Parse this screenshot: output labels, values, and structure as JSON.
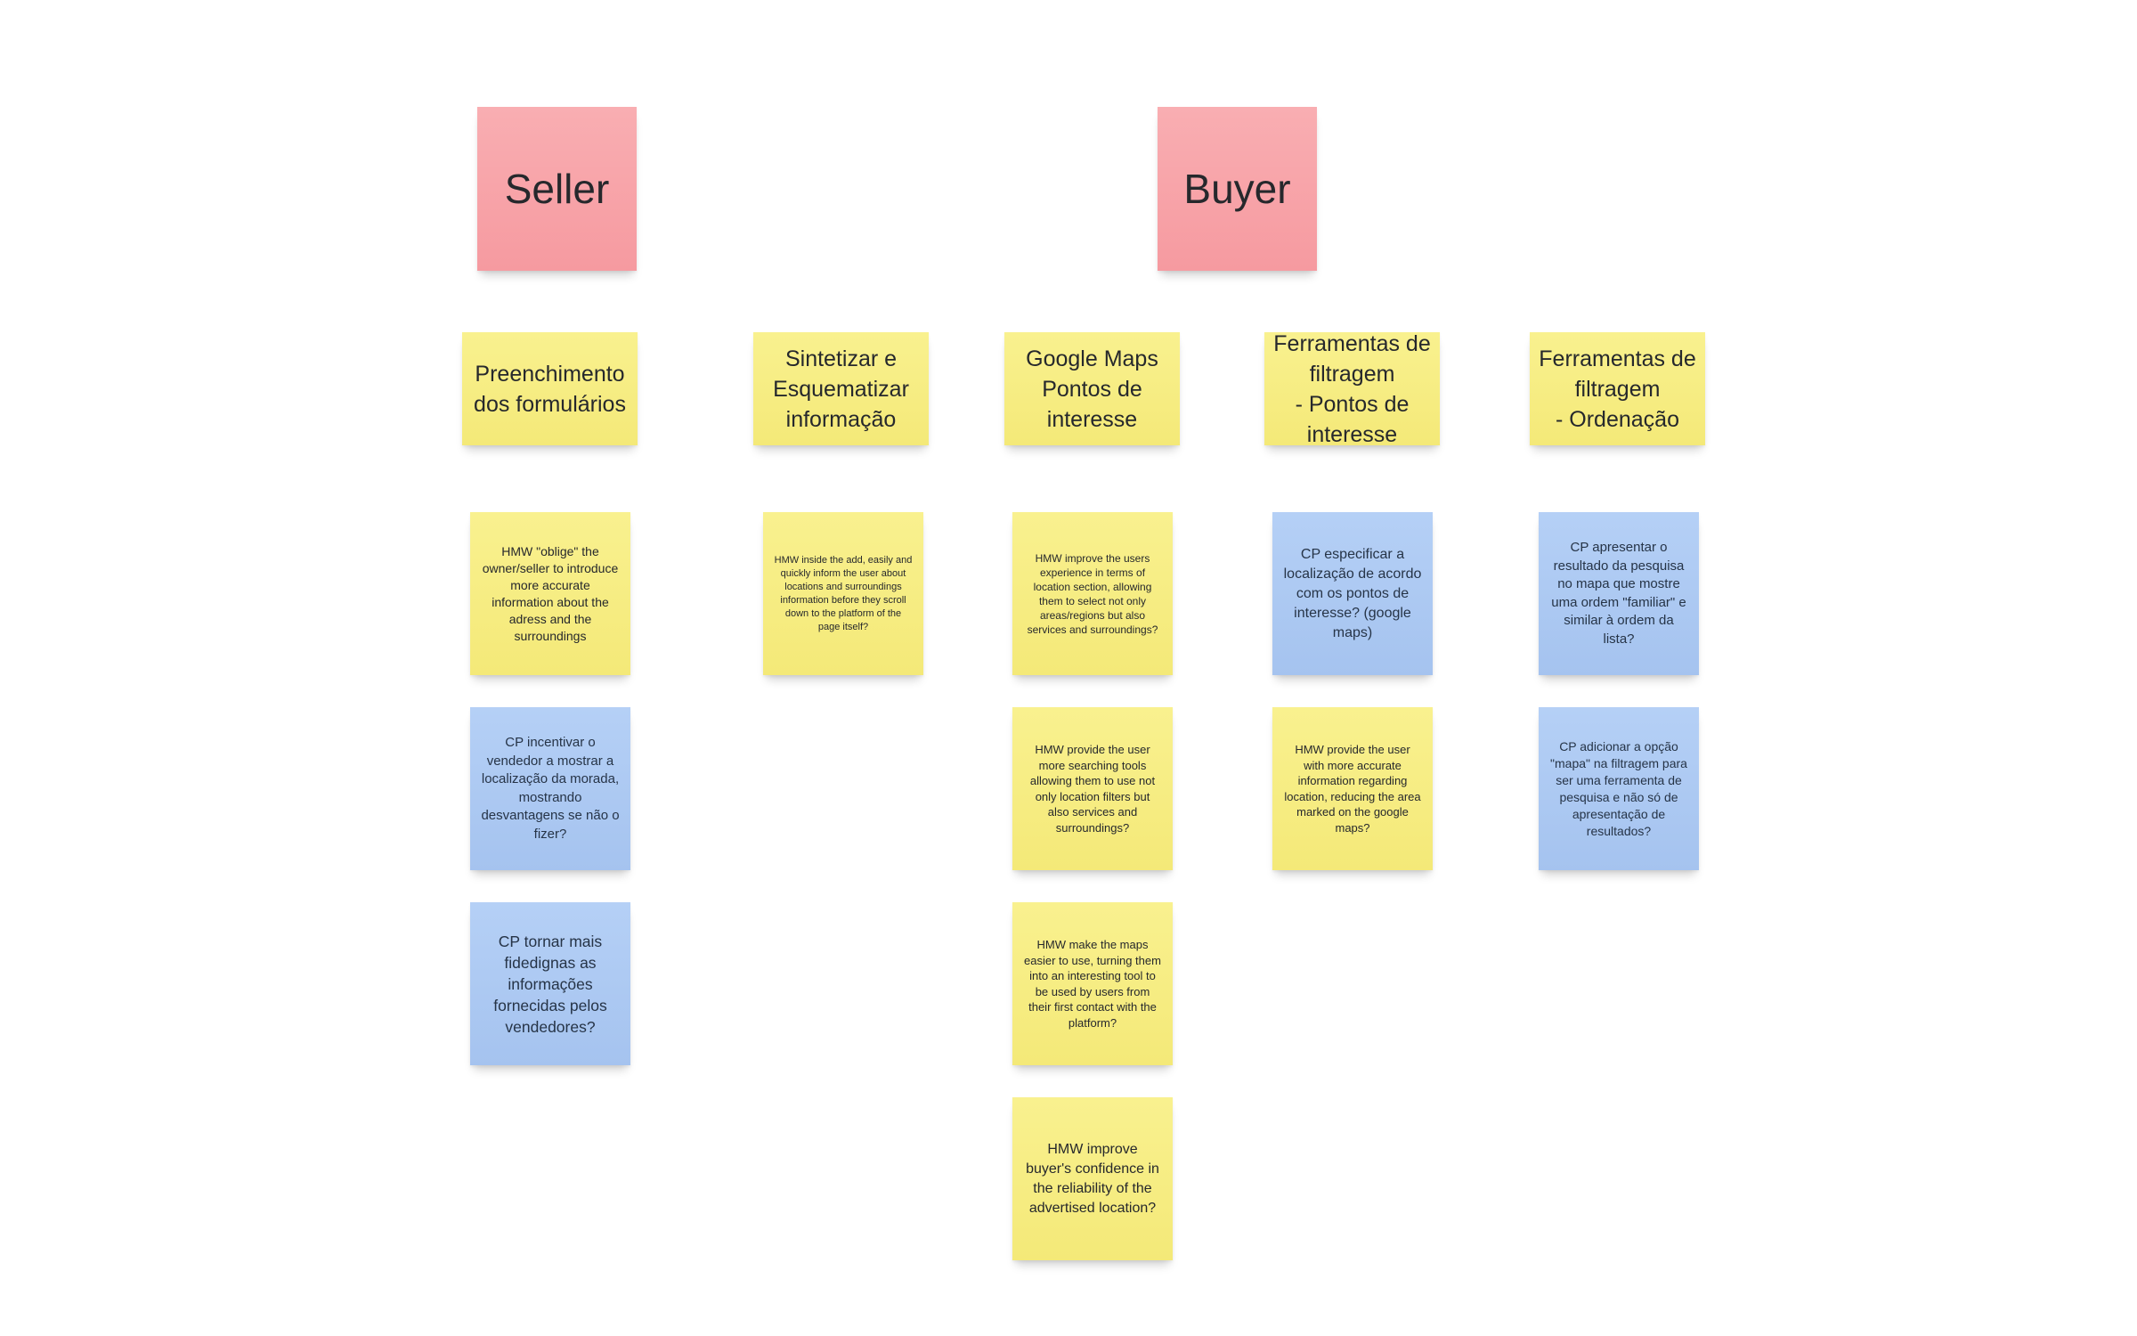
{
  "board": {
    "background": "#ffffff",
    "palette": {
      "pink": "#f7a3a8",
      "yellow": "#f7ee85",
      "blue": "#adcaf3"
    },
    "groups": [
      {
        "label": "Seller",
        "color": "pink"
      },
      {
        "label": "Buyer",
        "color": "pink"
      }
    ],
    "columns": [
      {
        "header": {
          "text": "Preenchimento dos formulários",
          "color": "yellow"
        },
        "notes": [
          {
            "color": "yellow",
            "text": "HMW \"oblige\" the owner/seller to introduce more accurate information about the adress and the surroundings"
          },
          {
            "color": "blue",
            "text": "CP incentivar o vendedor a mostrar a localização da morada, mostrando desvantagens se não o fizer?"
          },
          {
            "color": "blue",
            "text": "CP tornar mais fidedignas as informações fornecidas pelos vendedores?"
          }
        ]
      },
      {
        "header": {
          "text": "Sintetizar e Esquematizar informação",
          "color": "yellow"
        },
        "notes": [
          {
            "color": "yellow",
            "text": "HMW inside the add, easily and quickly inform the user about locations and surroundings information before they scroll down to the platform of the page itself?"
          }
        ]
      },
      {
        "header": {
          "text": "Google Maps Pontos de interesse",
          "color": "yellow"
        },
        "notes": [
          {
            "color": "yellow",
            "text": "HMW  improve the users experience in terms of location section, allowing them to select not only areas/regions but also services and surroundings?"
          },
          {
            "color": "yellow",
            "text": "HMW provide the user more searching tools allowing them to use not only location filters but also services and surroundings?"
          },
          {
            "color": "yellow",
            "text": "HMW make the maps easier to use, turning them into an interesting tool to be used by users from their first contact with the platform?"
          },
          {
            "color": "yellow",
            "text": "HMW improve buyer's confidence in the reliability of the advertised location?"
          }
        ]
      },
      {
        "header": {
          "text": "Ferramentas de filtragem\n- Pontos de interesse",
          "color": "yellow"
        },
        "notes": [
          {
            "color": "blue",
            "text": "CP especificar a localização de acordo com os pontos de interesse? (google maps)"
          },
          {
            "color": "yellow",
            "text": "HMW provide the user with more accurate information regarding location, reducing the area marked on the google maps?"
          }
        ]
      },
      {
        "header": {
          "text": "Ferramentas de filtragem\n- Ordenação",
          "color": "yellow"
        },
        "notes": [
          {
            "color": "blue",
            "text": "CP apresentar o resultado da pesquisa no mapa que mostre uma ordem \"familiar\" e similar à ordem da lista?"
          },
          {
            "color": "blue",
            "text": "CP adicionar a opção \"mapa\" na filtragem para ser uma ferramenta de pesquisa e não só de apresentação de resultados?"
          }
        ]
      }
    ]
  }
}
